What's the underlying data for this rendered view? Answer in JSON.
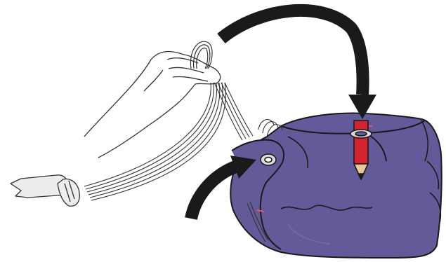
{
  "illustration": {
    "colors": {
      "background": "#ffffff",
      "outline": "#1a1a1a",
      "bag_fill": "#635a9a",
      "bag_highlight": "#7268a8",
      "arrow": "#1a1a1a",
      "pencil_body": "#d4232f",
      "pencil_wood": "#e9c99a",
      "pencil_band": "#e8557a",
      "ribbon_fill": "#ededed",
      "lines": "#333333"
    },
    "arrows": [
      {
        "name": "arrow-top",
        "direction": "down"
      },
      {
        "name": "arrow-left",
        "direction": "up-right"
      }
    ],
    "parts": [
      "hand",
      "suspension-lines",
      "ribbon-tag",
      "deployment-bag",
      "grommet",
      "pencil"
    ]
  }
}
